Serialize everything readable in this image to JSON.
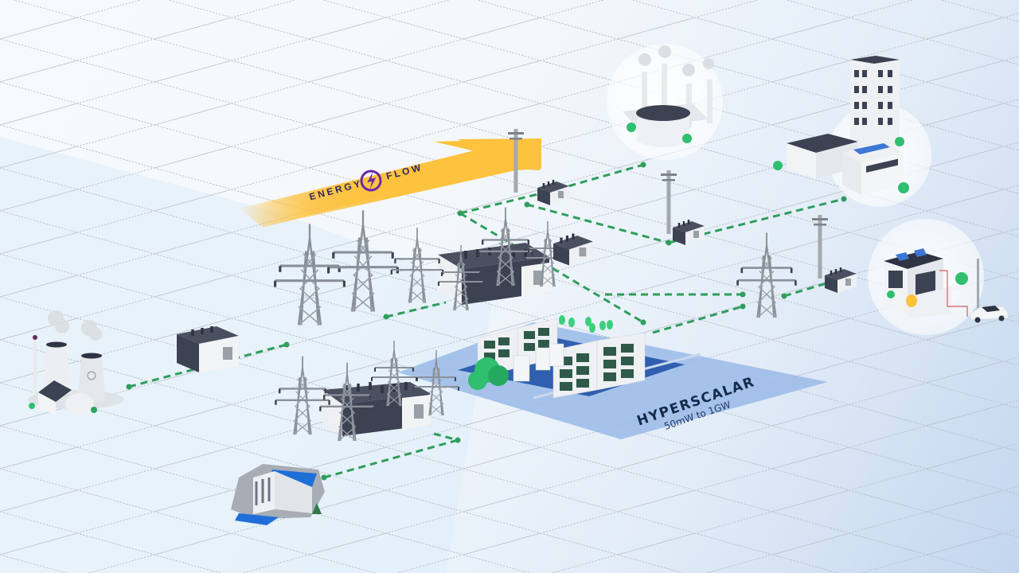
{
  "diagram": {
    "title": "Energy flow grid to hyperscaler",
    "energy_flow": {
      "label_left": "ENERGY",
      "label_right": "FLOW",
      "icon": "lightning-bolt-icon",
      "arrow_color": "#fdc23e",
      "icon_color": "#6a2aa8"
    },
    "hyperscalar": {
      "title": "HYPERSCALAR",
      "subtitle": "50mW to 1GW",
      "zone_color": "#9dbde9",
      "inner_color": "#2f5fae"
    },
    "connector_color": "#2e9e5b",
    "sources": [
      {
        "id": "nuclear",
        "name": "Nuclear power plant"
      },
      {
        "id": "hydro",
        "name": "Hydroelectric dam"
      }
    ],
    "consumers": [
      {
        "id": "industrial",
        "name": "Industrial plant"
      },
      {
        "id": "commercial",
        "name": "Office buildings"
      },
      {
        "id": "residential",
        "name": "Solar home with EV charger"
      }
    ],
    "infrastructure": [
      {
        "id": "transformer-1",
        "name": "Step-up transformer"
      },
      {
        "id": "substation-1",
        "name": "Substation upper"
      },
      {
        "id": "substation-2",
        "name": "Substation lower"
      },
      {
        "id": "pole-transformer-1",
        "name": "Pole transformer 1"
      },
      {
        "id": "pole-transformer-2",
        "name": "Pole transformer 2"
      },
      {
        "id": "pole-transformer-3",
        "name": "Pole transformer 3"
      },
      {
        "id": "pole-transformer-4",
        "name": "Pole transformer 4"
      }
    ]
  }
}
